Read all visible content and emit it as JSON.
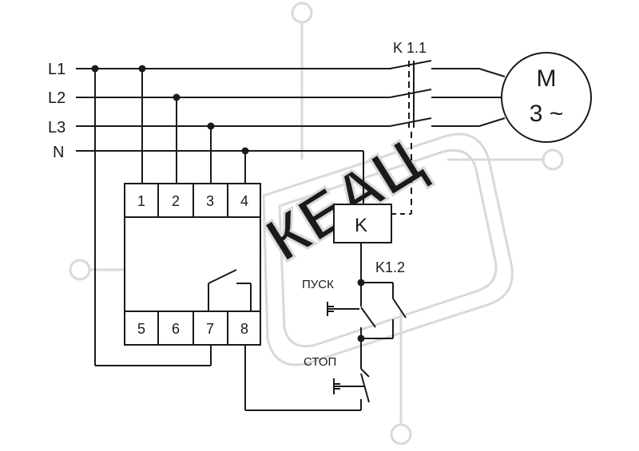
{
  "lines": {
    "l1": "L1",
    "l2": "L2",
    "l3": "L3",
    "n": "N"
  },
  "relay_terminals": {
    "top": [
      "1",
      "2",
      "3",
      "4"
    ],
    "bottom": [
      "5",
      "6",
      "7",
      "8"
    ]
  },
  "motor": {
    "symbol": "M",
    "phase": "3 ~"
  },
  "contactor": {
    "coil": "K",
    "main_contacts": "K 1.1",
    "aux_contact": "K1.2"
  },
  "buttons": {
    "start": "ПУСК",
    "stop": "СТОП"
  },
  "watermark": {
    "logo_text": "КЕАЦ"
  }
}
